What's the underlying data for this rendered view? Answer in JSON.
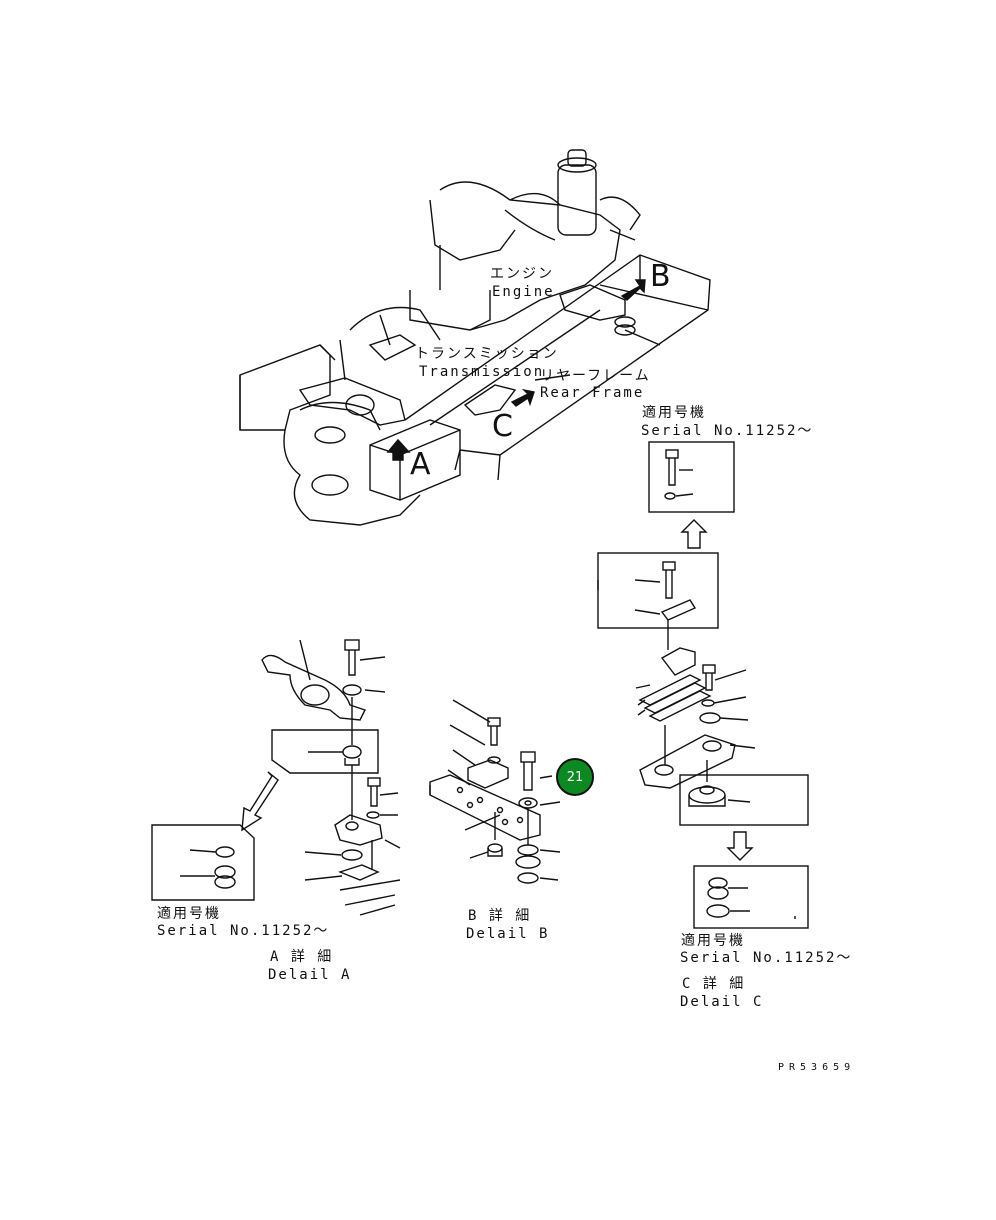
{
  "main_view": {
    "engine_jp": "エンジン",
    "engine_en": "Engine",
    "transmission_jp": "トランスミッション",
    "transmission_en": "Transmission",
    "rear_frame_jp": "リヤーフレーム",
    "rear_frame_en": "Rear Frame",
    "view_a": "A",
    "view_b": "B",
    "view_c": "C"
  },
  "detail_a": {
    "serial_jp": "適用号機",
    "serial_en": "Serial No.11252～",
    "title_jp": "A 詳 細",
    "title_en": "Delail A"
  },
  "detail_b": {
    "title_jp": "B 詳 細",
    "title_en": "Delail B"
  },
  "detail_c": {
    "serial_top_jp": "適用号機",
    "serial_top_en": "Serial No.11252～",
    "serial_bottom_jp": "適用号機",
    "serial_bottom_en": "Serial No.11252～",
    "title_jp": "C 詳 細",
    "title_en": "Delail C"
  },
  "callout": {
    "number": "21",
    "color": "#0c8a22"
  },
  "drawing_code": "PR53659"
}
